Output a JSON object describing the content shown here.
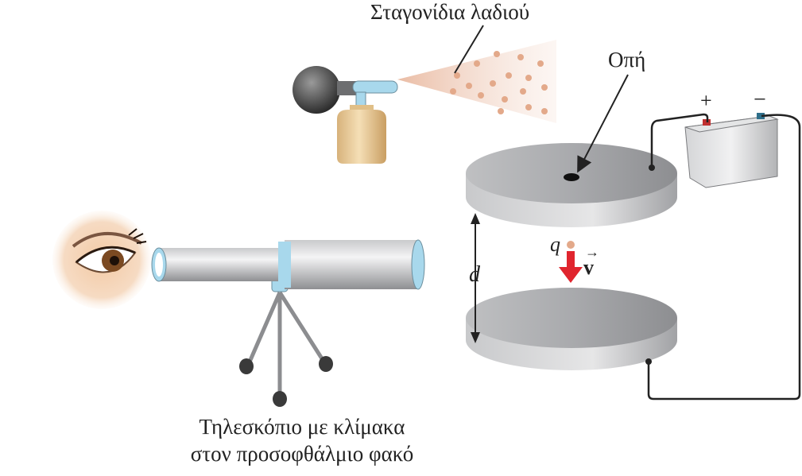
{
  "labels": {
    "oil_droplets": "Σταγονίδια λαδιού",
    "hole": "Οπή",
    "plus": "+",
    "minus": "−",
    "distance": "d",
    "charge": "q",
    "velocity": "v",
    "velocity_arrow": "→",
    "telescope_line1": "Τηλεσκόπιο με κλίμακα",
    "telescope_line2": "στον προσοφθάλμιο φακό"
  },
  "colors": {
    "plate_top": "#8c8d8f",
    "plate_side": "#bdbec0",
    "velocity_arrow": "#e0252e",
    "spray_droplet": "#e3a98a",
    "bottle": "#e8c792",
    "telescope_accent": "#a8d8ec",
    "wire": "#222222"
  },
  "icons": [
    "eye-icon",
    "atomizer-icon",
    "battery-icon",
    "telescope-icon"
  ]
}
